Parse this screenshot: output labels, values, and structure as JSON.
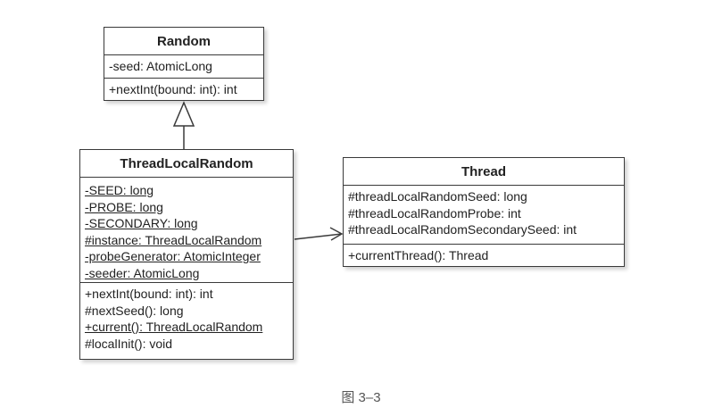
{
  "diagram": {
    "classes": {
      "random": {
        "name": "Random",
        "fields": [
          {
            "text": "-seed: AtomicLong",
            "static": false
          }
        ],
        "methods": [
          {
            "text": "+nextInt(bound: int): int",
            "static": false
          }
        ]
      },
      "thread_local_random": {
        "name": "ThreadLocalRandom",
        "fields": [
          {
            "text": "-SEED: long",
            "static": true
          },
          {
            "text": "-PROBE: long",
            "static": true
          },
          {
            "text": "-SECONDARY: long",
            "static": true
          },
          {
            "text": "#instance: ThreadLocalRandom",
            "static": true
          },
          {
            "text": "-probeGenerator: AtomicInteger",
            "static": true
          },
          {
            "text": "-seeder: AtomicLong",
            "static": true
          }
        ],
        "methods": [
          {
            "text": "+nextInt(bound: int): int",
            "static": false
          },
          {
            "text": "#nextSeed(): long",
            "static": false
          },
          {
            "text": "+current(): ThreadLocalRandom",
            "static": true
          },
          {
            "text": "#localInit(): void",
            "static": false
          }
        ]
      },
      "thread": {
        "name": "Thread",
        "fields": [
          {
            "text": "#threadLocalRandomSeed: long",
            "static": false
          },
          {
            "text": "#threadLocalRandomProbe: int",
            "static": false
          },
          {
            "text": "#threadLocalRandomSecondarySeed: int",
            "static": false
          }
        ],
        "methods": [
          {
            "text": "+currentThread(): Thread",
            "static": false
          }
        ]
      }
    },
    "relations": [
      {
        "type": "generalization",
        "from": "ThreadLocalRandom",
        "to": "Random"
      },
      {
        "type": "association",
        "from": "ThreadLocalRandom",
        "to": "Thread"
      }
    ]
  },
  "caption": "图 3–3"
}
